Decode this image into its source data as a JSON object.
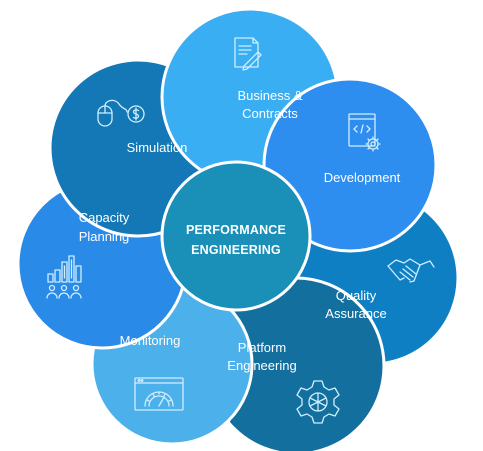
{
  "diagram": {
    "center": {
      "line1": "PERFORMANCE",
      "line2": "ENGINEERING",
      "color": "#1a8fb8"
    },
    "petals": [
      {
        "key": "business",
        "lines": [
          "Business &",
          "Contracts"
        ],
        "icon": "document-pen-icon",
        "color": "#3aaef2"
      },
      {
        "key": "development",
        "lines": [
          "Development"
        ],
        "icon": "code-window-gear-icon",
        "color": "#2e8ef0"
      },
      {
        "key": "quality",
        "lines": [
          "Quality",
          "Assurance"
        ],
        "icon": "handshake-icon",
        "color": "#0f7fc4"
      },
      {
        "key": "platform",
        "lines": [
          "Platform",
          "Engineering"
        ],
        "icon": "gear-icon",
        "color": "#136f9e"
      },
      {
        "key": "monitoring",
        "lines": [
          "Monitoring"
        ],
        "icon": "dashboard-gauge-icon",
        "color": "#4cb0ea"
      },
      {
        "key": "capacity",
        "lines": [
          "Capacity",
          "Planning"
        ],
        "icon": "people-bar-chart-icon",
        "color": "#2a8ae8"
      },
      {
        "key": "simulation",
        "lines": [
          "Simulation"
        ],
        "icon": "mouse-dollar-icon",
        "color": "#1378b5"
      }
    ],
    "stroke_color": "#ffffff"
  }
}
